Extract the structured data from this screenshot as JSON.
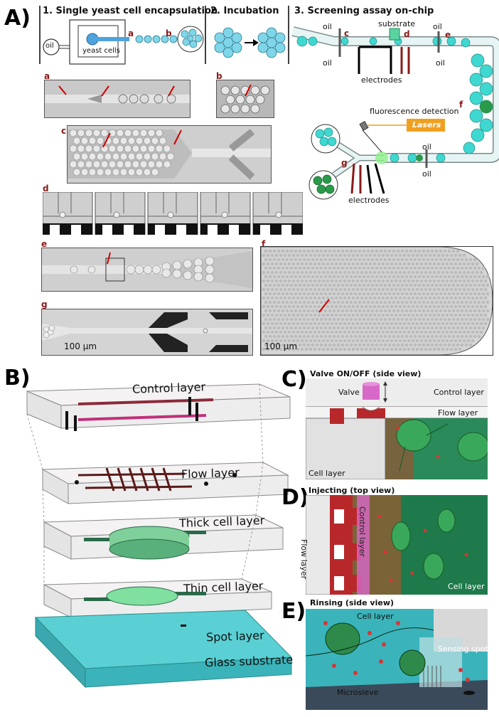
{
  "panelA": {
    "label": "A)",
    "step1": "1. Single yeast cell encapsulation",
    "step2": "2. Incubation",
    "step3": "3. Screening assay on-chip",
    "oil": "oil",
    "yeast_cells": "yeast cells",
    "substrate": "substrate",
    "electrodes": "electrodes",
    "fluorescence_detection": "fluorescence detection",
    "lasers": "Lasers",
    "letters": {
      "a": "a",
      "b": "b",
      "c": "c",
      "d": "d",
      "e": "e",
      "f": "f",
      "g": "g"
    },
    "scale_g": "100 µm",
    "scale_f": "100 µm"
  },
  "panelB": {
    "label": "B)",
    "control_layer": "Control layer",
    "flow_layer": "Flow layer",
    "thick_cell_layer": "Thick cell layer",
    "thin_cell_layer": "Thin cell layer",
    "spot_layer": "Spot layer",
    "glass_substrate": "Glass substrate"
  },
  "panelC": {
    "label": "C)",
    "title": "Valve ON/OFF (side view)",
    "valve": "Valve",
    "control_layer": "Control layer",
    "flow_layer": "Flow layer",
    "cell_layer": "Cell layer"
  },
  "panelD": {
    "label": "D)",
    "title": "Injecting (top view)",
    "flow_layer": "Flow layer",
    "control_layer": "Control layer",
    "cell_layer": "Cell layer"
  },
  "panelE": {
    "label": "E)",
    "title": "Rinsing (side view)",
    "cell_layer": "Cell layer",
    "sensing_spot": "Sensing spot",
    "microsieve": "Microsieve"
  },
  "colors": {
    "cyan": "#3fd8d0",
    "dark_red": "#8b1a1a",
    "green": "#2d8a4a",
    "orange": "#f0a020",
    "pink": "#d868c8"
  }
}
